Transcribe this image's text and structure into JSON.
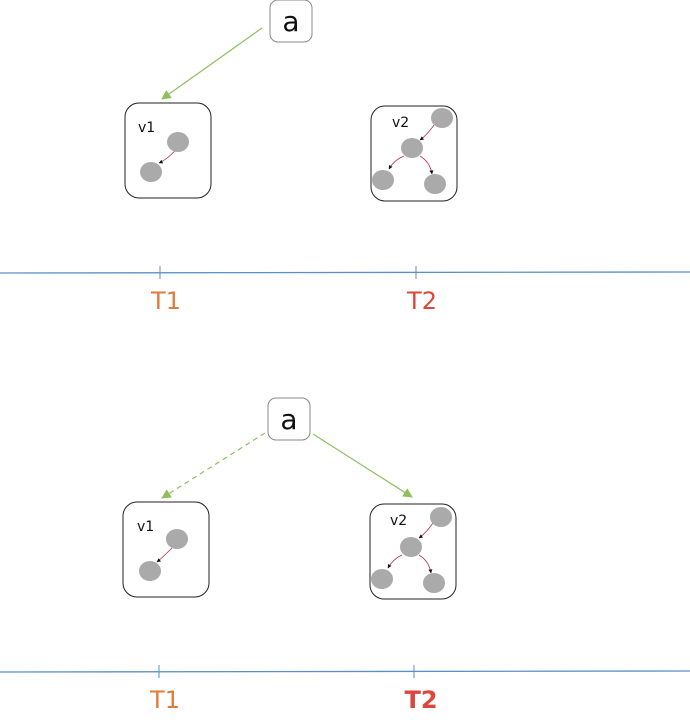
{
  "panels": [
    {
      "pointer": {
        "label": "a"
      },
      "versions": [
        {
          "label": "v1",
          "pointed": "solid"
        },
        {
          "label": "v2",
          "pointed": "none"
        }
      ],
      "timeline": {
        "ticks": [
          {
            "label": "T1",
            "color": "#e07b39"
          },
          {
            "label": "T2",
            "color": "#d9483b"
          }
        ]
      }
    },
    {
      "pointer": {
        "label": "a"
      },
      "versions": [
        {
          "label": "v1",
          "pointed": "dashed"
        },
        {
          "label": "v2",
          "pointed": "solid"
        }
      ],
      "timeline": {
        "ticks": [
          {
            "label": "T1",
            "color": "#e07b39"
          },
          {
            "label": "T2",
            "color": "#d9483b"
          }
        ]
      }
    }
  ],
  "colors": {
    "timeline": "#5b8fc7",
    "pointer_arrow": "#8fbf5a",
    "tree_node": "#aaaaaa",
    "tree_edge": "#b03050",
    "box_border": "#222222"
  }
}
